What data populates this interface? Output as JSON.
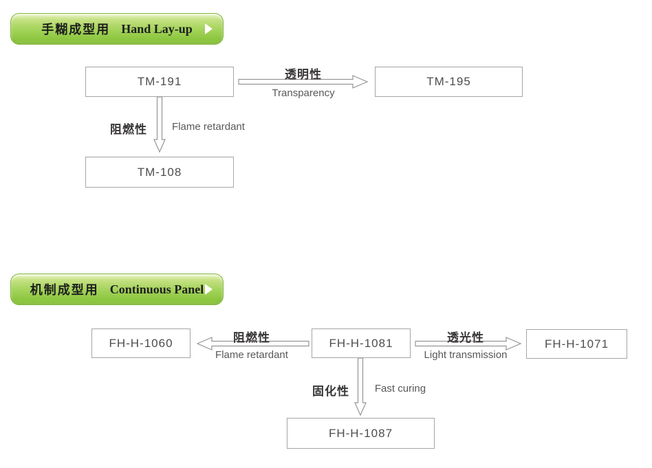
{
  "colors": {
    "background": "#ffffff",
    "pill_green_top": "#e9f4c4",
    "pill_green_bottom": "#8cc63f",
    "pill_border": "#7fb63d",
    "box_border": "#a6a4a4",
    "box_text": "#4f4c4b",
    "label_cn_text": "#383535",
    "label_en_text": "#595757",
    "arrow_outline": "#979494",
    "play_icon": "#ffffff"
  },
  "sections": [
    {
      "id": "hand-layup",
      "header": {
        "cn": "手糊成型用",
        "en": "Hand Lay-up",
        "icon": "play-triangle-icon"
      },
      "nodes": [
        {
          "label": "TM-191"
        },
        {
          "label": "TM-195"
        },
        {
          "label": "TM-108"
        }
      ],
      "edges": [
        {
          "from": "TM-191",
          "to": "TM-195",
          "direction": "right",
          "label_cn": "透明性",
          "label_en": "Transparency"
        },
        {
          "from": "TM-191",
          "to": "TM-108",
          "direction": "down",
          "label_cn": "阻燃性",
          "label_en": "Flame retardant"
        }
      ]
    },
    {
      "id": "continuous-panel",
      "header": {
        "cn": "机制成型用",
        "en": "Continuous Panel",
        "icon": "play-triangle-icon"
      },
      "nodes": [
        {
          "label": "FH-H-1060"
        },
        {
          "label": "FH-H-1081"
        },
        {
          "label": "FH-H-1071"
        },
        {
          "label": "FH-H-1087"
        }
      ],
      "edges": [
        {
          "from": "FH-H-1081",
          "to": "FH-H-1060",
          "direction": "left",
          "label_cn": "阻燃性",
          "label_en": "Flame retardant"
        },
        {
          "from": "FH-H-1081",
          "to": "FH-H-1071",
          "direction": "right",
          "label_cn": "透光性",
          "label_en": "Light transmission"
        },
        {
          "from": "FH-H-1081",
          "to": "FH-H-1087",
          "direction": "down",
          "label_cn": "固化性",
          "label_en": "Fast curing"
        }
      ]
    }
  ]
}
